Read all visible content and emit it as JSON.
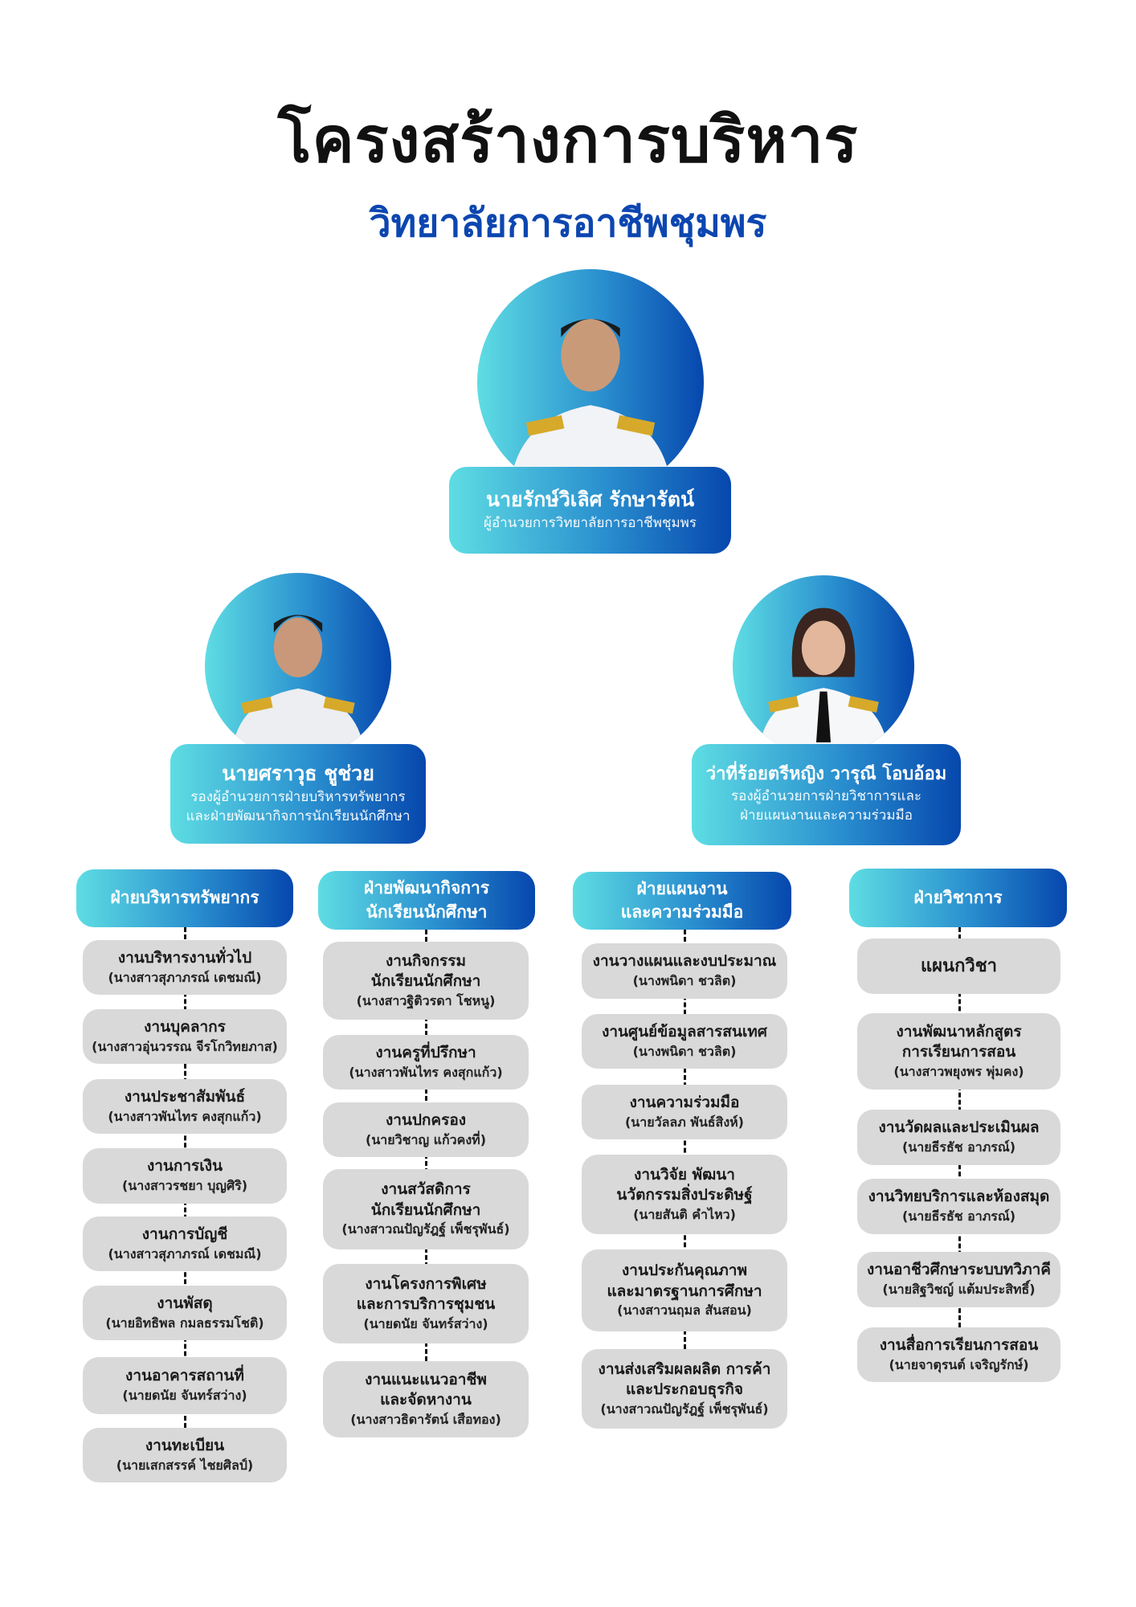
{
  "header": {
    "title": "โครงสร้างการบริหาร",
    "subtitle": "วิทยาลัยการอาชีพชุมพร"
  },
  "director": {
    "name": "นายรักษ์วิเลิศ  รักษารัตน์",
    "role": "ผู้อำนวยการวิทยาลัยการอาชีพชุมพร"
  },
  "deputies": [
    {
      "name": "นายศราวุธ  ชูช่วย",
      "role_lines": [
        "รองผู้อำนวยการฝ่ายบริหารทรัพยากร",
        "และฝ่ายพัฒนากิจการนักเรียนนักศึกษา"
      ]
    },
    {
      "name": "ว่าที่ร้อยตรีหญิง วารุณี โอบอ้อม",
      "role_lines": [
        "รองผู้อำนวยการฝ่ายวิชาการและ",
        "ฝ่ายแผนงานและความร่วมมือ"
      ]
    }
  ],
  "departments": [
    {
      "title_lines": [
        "ฝ่ายบริหารทรัพยากร"
      ],
      "items": [
        {
          "lines": [
            "งานบริหารงานทั่วไป"
          ],
          "person": "(นางสาวสุภาภรณ์  เดชมณี)"
        },
        {
          "lines": [
            "งานบุคลากร"
          ],
          "person": "(นางสาวอุ่นวรรณ จีรโกวิทยภาส)"
        },
        {
          "lines": [
            "งานประชาสัมพันธ์"
          ],
          "person": "(นางสาวพันไทร  คงสุกแก้ว)"
        },
        {
          "lines": [
            "งานการเงิน"
          ],
          "person": "(นางสาวรชยา  บุญศิริ)"
        },
        {
          "lines": [
            "งานการบัญชี"
          ],
          "person": "(นางสาวสุภาภรณ์ เดชมณี)"
        },
        {
          "lines": [
            "งานพัสดุ"
          ],
          "person": "(นายอิทธิพล  กมลธรรมโชติ)"
        },
        {
          "lines": [
            "งานอาคารสถานที่"
          ],
          "person": "(นายดนัย  จันทร์สว่าง)"
        },
        {
          "lines": [
            "งานทะเบียน"
          ],
          "person": "(นายเสกสรรค์  ไชยศิลป์)"
        }
      ]
    },
    {
      "title_lines": [
        "ฝ่ายพัฒนากิจการ",
        "นักเรียนนักศึกษา"
      ],
      "items": [
        {
          "lines": [
            "งานกิจกรรม",
            "นักเรียนนักศึกษา"
          ],
          "person": "(นางสาวฐิติวรดา  โชหนู)"
        },
        {
          "lines": [
            "งานครูที่ปรึกษา"
          ],
          "person": "(นางสาวพันไทร  คงสุกแก้ว)"
        },
        {
          "lines": [
            "งานปกครอง"
          ],
          "person": "(นายวิชาญ  แก้วคงที่)"
        },
        {
          "lines": [
            "งานสวัสดิการ",
            "นักเรียนนักศึกษา"
          ],
          "person": "(นางสาวณปัญรัฎฐ์ เพ็ชรุพันธ์)"
        },
        {
          "lines": [
            "งานโครงการพิเศษ",
            "และการบริการชุมชน"
          ],
          "person": "(นายดนัย  จันทร์สว่าง)"
        },
        {
          "lines": [
            "งานแนะแนวอาชีพ",
            "และจัดหางาน"
          ],
          "person": "(นางสาวธิดารัตน์  เสือทอง)"
        }
      ]
    },
    {
      "title_lines": [
        "ฝ่ายแผนงาน",
        "และความร่วมมือ"
      ],
      "items": [
        {
          "lines": [
            "งานวางแผนและงบประมาณ"
          ],
          "person": "(นางพนิดา ชวลิต)"
        },
        {
          "lines": [
            "งานศูนย์ข้อมูลสารสนเทศ"
          ],
          "person": "(นางพนิดา ชวลิต)"
        },
        {
          "lines": [
            "งานความร่วมมือ"
          ],
          "person": "(นายวัลลภ  พันธ์สิงห์)"
        },
        {
          "lines": [
            "งานวิจัย พัฒนา",
            "นวัตกรรมสิ่งประดิษฐ์"
          ],
          "person": "(นายสันติ  คำไหว)"
        },
        {
          "lines": [
            "งานประกันคุณภาพ",
            "และมาตรฐานการศึกษา"
          ],
          "person": "(นางสาวนฤมล  สันสอน)"
        },
        {
          "lines": [
            "งานส่งเสริมผลผลิต การค้า",
            "และประกอบธุรกิจ"
          ],
          "person": "(นางสาวณปัญรัฎฐ์  เพ็ชรุพันธ์)"
        }
      ]
    },
    {
      "title_lines": [
        "ฝ่ายวิชาการ"
      ],
      "items": [
        {
          "lines": [
            "แผนกวิชา"
          ],
          "person": ""
        },
        {
          "lines": [
            "งานพัฒนาหลักสูตร",
            "การเรียนการสอน"
          ],
          "person": "(นางสาวพยุงพร  พุ่มคง)"
        },
        {
          "lines": [
            "งานวัดผลและประเมินผล"
          ],
          "person": "(นายธีรธัช  อาภรณ์)"
        },
        {
          "lines": [
            "งานวิทยบริการและห้องสมุด"
          ],
          "person": "(นายธีรธัช  อาภรณ์)"
        },
        {
          "lines": [
            "งานอาชีวศึกษาระบบทวิภาคี"
          ],
          "person": "(นายสิฐวิชญ์  แต้มประสิทธิ์)"
        },
        {
          "lines": [
            "งานสื่อการเรียนการสอน"
          ],
          "person": "(นายจาตุรนต์  เจริญรักษ์)"
        }
      ]
    }
  ]
}
